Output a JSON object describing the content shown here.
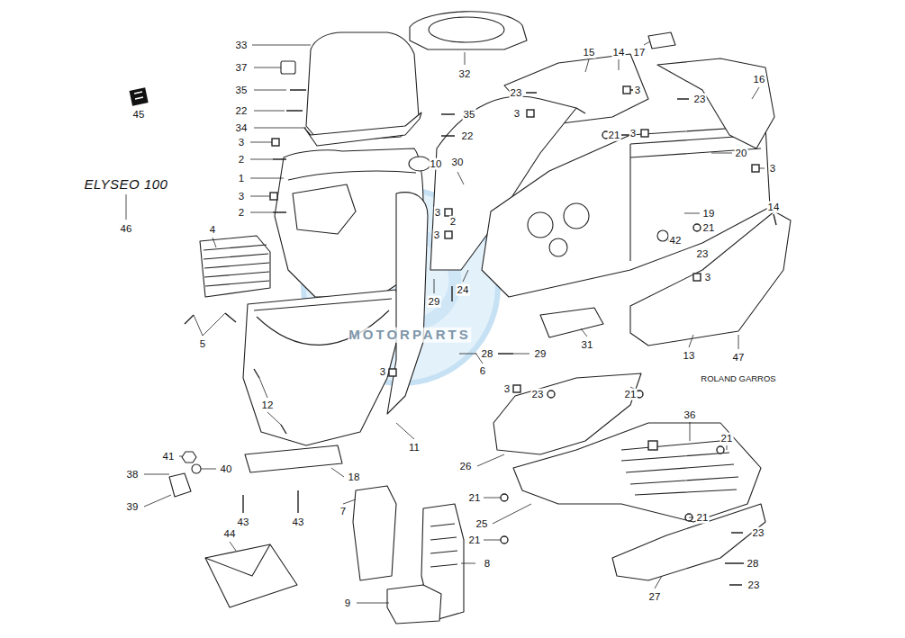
{
  "diagram": {
    "labels": [
      "33",
      "37",
      "35",
      "22",
      "34",
      "3",
      "2",
      "1",
      "3",
      "2",
      "4",
      "45",
      "ELYSEO 100",
      "46",
      "32",
      "35",
      "22",
      "10",
      "15",
      "14",
      "17",
      "16",
      "23",
      "3",
      "3",
      "23",
      "21",
      "3",
      "20",
      "3",
      "30",
      "3",
      "2",
      "3",
      "19",
      "21",
      "14",
      "42",
      "23",
      "3",
      "24",
      "29",
      "28",
      "29",
      "31",
      "13",
      "47",
      "ROLAND GARROS",
      "5",
      "3",
      "6",
      "3",
      "23",
      "12",
      "11",
      "21",
      "36",
      "21",
      "26",
      "41",
      "40",
      "38",
      "39",
      "18",
      "43",
      "43",
      "7",
      "21",
      "25",
      "21",
      "21",
      "23",
      "8",
      "28",
      "23",
      "27",
      "9",
      "44",
      "MOTORPARTS"
    ]
  }
}
